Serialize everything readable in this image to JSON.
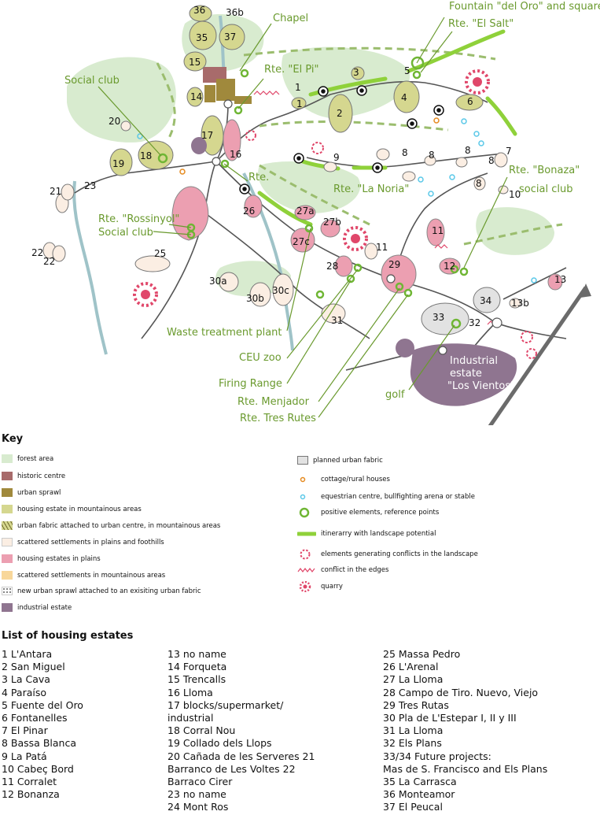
{
  "map": {
    "estate_numbers": [
      "1",
      "2",
      "3",
      "4",
      "5",
      "6",
      "7",
      "8",
      "9",
      "10",
      "11",
      "12",
      "13",
      "13b",
      "14",
      "15",
      "16",
      "17",
      "18",
      "19",
      "20",
      "21",
      "22",
      "23",
      "25",
      "26",
      "27a",
      "27b",
      "27c",
      "28",
      "29",
      "30a",
      "30b",
      "30c",
      "31",
      "32",
      "33",
      "34",
      "35",
      "36",
      "36b",
      "37"
    ],
    "place_labels": {
      "chapel": "Chapel",
      "fountain": "Fountain \"del Oro\" and square",
      "rte_el_salt": "Rte. \"El Salt\"",
      "social_club": "Social club",
      "rte_el_pi": "Rte. \"El Pi\"",
      "rte_bonaza": "Rte. \"Bonaza\"",
      "bonaza_social_club": "social club",
      "rte": "Rte.",
      "rte_la_noria": "Rte. \"La Noria\"",
      "rte_rossinyol": "Rte. \"Rossinyol\"",
      "social_club_2": "Social club",
      "waste": "Waste treatment plant",
      "zoo": "CEU zoo",
      "firing": "Firing Range",
      "menjador": "Rte. Menjador",
      "tres_rutes": "Rte. Tres Rutes",
      "golf": "golf",
      "industrial_1": "Industrial",
      "industrial_2": "estate",
      "industrial_3": "\"Los Vientos\""
    },
    "colors": {
      "forest": "#d8ebcf",
      "historic": "#a86b6b",
      "urban_sprawl": "#a0893c",
      "housing_mountain": "#d5d78f",
      "scattered_plains": "#fbeee3",
      "housing_plains": "#ec9fb1",
      "scattered_mountain": "#f8d79a",
      "industrial": "#8f7590",
      "planned": "#e2e2e2",
      "positive": "#6fb634",
      "conflict": "#e0476a",
      "road": "#555555",
      "river": "#9fc3c8"
    }
  },
  "key": {
    "title": "Key",
    "left": [
      "forest area",
      "historic centre",
      "urban sprawl",
      "housing estate in mountainous areas",
      "urban fabric attached to urban centre, in mountainous areas",
      "scattered settlements in plains and foothills",
      "housing estates in plains",
      "scattered settlements in mountainous areas",
      "new urban sprawl attached to an exisiting urban fabric",
      "industrial estate"
    ],
    "right": [
      "planned urban fabric",
      "cottage/rural houses",
      "equestrian centre, bullfighting arena or stable",
      "positive elements, reference points",
      "itinerarry with landscape potential",
      "elements generating conflicts in the landscape",
      "conflict in the edges",
      "quarry"
    ]
  },
  "list": {
    "title": "List of housing estates",
    "col1": [
      "1 L'Antara",
      "2 San Miguel",
      "3 La Cava",
      "4 Paraíso",
      "5 Fuente del Oro",
      "6 Fontanelles",
      "7 El Pinar",
      "8 Bassa Blanca",
      "9 La Patá",
      "10 Cabeç Bord",
      "11 Corralet",
      "12 Bonanza"
    ],
    "col2": [
      "13 no name",
      "14 Forqueta",
      "15 Trencalls",
      "16 Lloma",
      "17 blocks/supermarket/",
      "industrial",
      "18 Corral Nou",
      "19 Collado dels Llops",
      "20 Cañada de les Serveres 21",
      "Barranco de Les Voltes 22",
      "Barraco Cirer",
      "23 no name",
      "24 Mont Ros"
    ],
    "col3": [
      "25 Massa Pedro",
      "26 L'Arenal",
      "27 La Lloma",
      "28 Campo de Tiro. Nuevo, Viejo",
      "29 Tres Rutas",
      "30 Pla de L'Estepar I, II y III",
      "31 La Lloma",
      "32 Els Plans",
      "33/34 Future projects:",
      "Mas de S. Francisco and Els Plans",
      "35 La Carrasca",
      "36 Monteamor",
      "37 El Peucal"
    ]
  }
}
